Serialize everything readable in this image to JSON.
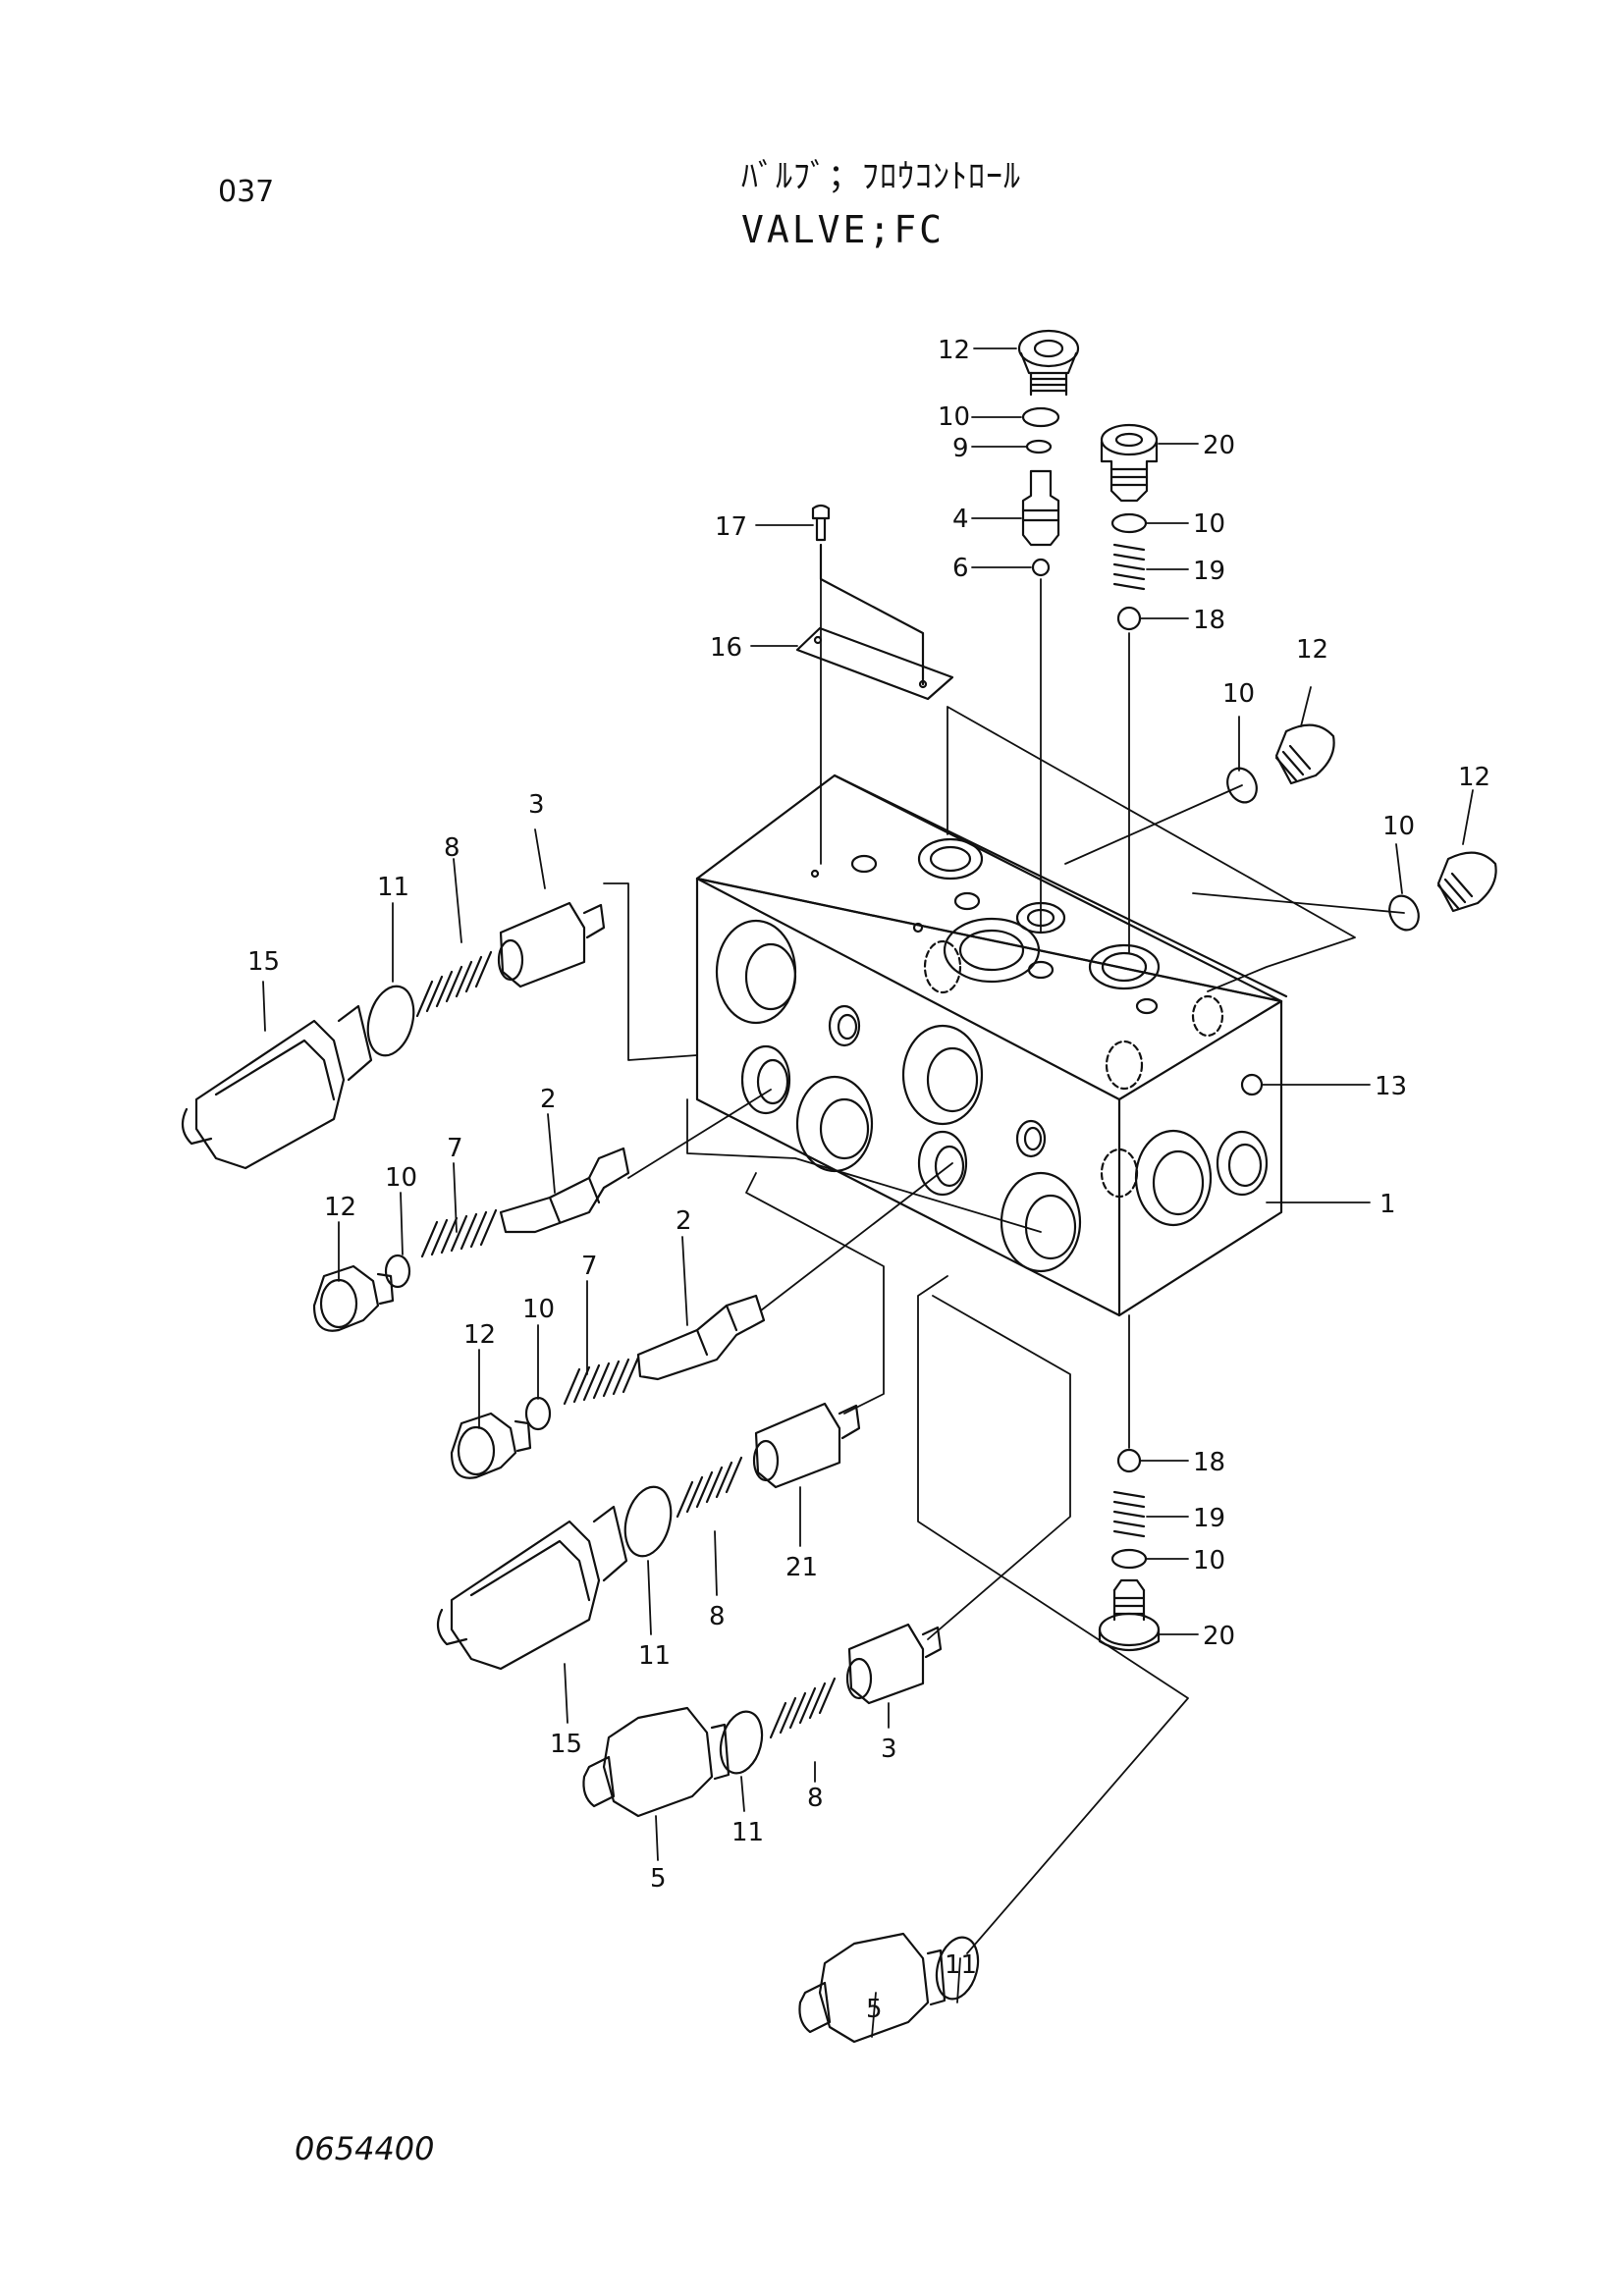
{
  "header": {
    "page_number": "037",
    "title_jp": "ﾊﾞﾙﾌﾞ；ﾌﾛｳｺﾝﾄﾛｰﾙ",
    "title_en": "VALVE;FC"
  },
  "footer": {
    "doc_code": "0654400"
  },
  "callouts": [
    {
      "id": "c12a",
      "text": "12"
    },
    {
      "id": "c10a",
      "text": "10"
    },
    {
      "id": "c9",
      "text": "9"
    },
    {
      "id": "c4",
      "text": "4"
    },
    {
      "id": "c6",
      "text": "6"
    },
    {
      "id": "c20a",
      "text": "20"
    },
    {
      "id": "c10b",
      "text": "10"
    },
    {
      "id": "c19a",
      "text": "19"
    },
    {
      "id": "c18a",
      "text": "18"
    },
    {
      "id": "c17",
      "text": "17"
    },
    {
      "id": "c16",
      "text": "16"
    },
    {
      "id": "c12b",
      "text": "12"
    },
    {
      "id": "c10c",
      "text": "10"
    },
    {
      "id": "c12c",
      "text": "12"
    },
    {
      "id": "c10d",
      "text": "10"
    },
    {
      "id": "c3a",
      "text": "3"
    },
    {
      "id": "c8a",
      "text": "8"
    },
    {
      "id": "c11a",
      "text": "11"
    },
    {
      "id": "c15a",
      "text": "15"
    },
    {
      "id": "c13",
      "text": "13"
    },
    {
      "id": "c2a",
      "text": "2"
    },
    {
      "id": "c7a",
      "text": "7"
    },
    {
      "id": "c10e",
      "text": "10"
    },
    {
      "id": "c12d",
      "text": "12"
    },
    {
      "id": "c1",
      "text": "1"
    },
    {
      "id": "c2b",
      "text": "2"
    },
    {
      "id": "c7b",
      "text": "7"
    },
    {
      "id": "c10f",
      "text": "10"
    },
    {
      "id": "c12e",
      "text": "12"
    },
    {
      "id": "c18b",
      "text": "18"
    },
    {
      "id": "c19b",
      "text": "19"
    },
    {
      "id": "c10g",
      "text": "10"
    },
    {
      "id": "c21",
      "text": "21"
    },
    {
      "id": "c11b",
      "text": "11"
    },
    {
      "id": "c8b",
      "text": "8"
    },
    {
      "id": "c15b",
      "text": "15"
    },
    {
      "id": "c20b",
      "text": "20"
    },
    {
      "id": "c3b",
      "text": "3"
    },
    {
      "id": "c8c",
      "text": "8"
    },
    {
      "id": "c11c",
      "text": "11"
    },
    {
      "id": "c5a",
      "text": "5"
    },
    {
      "id": "c11d",
      "text": "11"
    },
    {
      "id": "c5b",
      "text": "5"
    }
  ]
}
